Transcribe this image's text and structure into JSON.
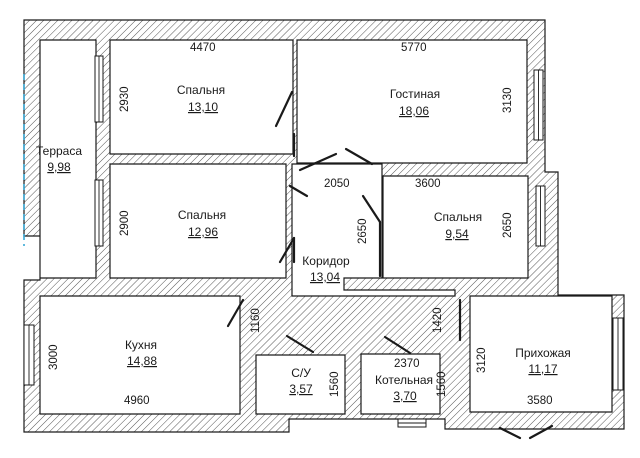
{
  "rooms": {
    "bedroom_top": {
      "name": "Спальня",
      "area": "13,10"
    },
    "living": {
      "name": "Гостиная",
      "area": "18,06"
    },
    "terrace": {
      "name": "Терраса",
      "area": "9,98"
    },
    "bedroom_mid": {
      "name": "Спальня",
      "area": "12,96"
    },
    "bedroom_right": {
      "name": "Спальня",
      "area": "9,54"
    },
    "corridor": {
      "name": "Коридор",
      "area": "13,04"
    },
    "kitchen": {
      "name": "Кухня",
      "area": "14,88"
    },
    "bathroom": {
      "name": "С/У",
      "area": "3,57"
    },
    "boiler": {
      "name": "Котельная",
      "area": "3,70"
    },
    "hall": {
      "name": "Прихожая",
      "area": "11,17"
    }
  },
  "dimensions": {
    "bedroom_top_width": "4470",
    "bedroom_top_height": "2930",
    "living_width": "5770",
    "living_height": "3130",
    "corridor_width": "2050",
    "bedroom_right_width": "3600",
    "bedroom_mid_height": "2900",
    "corridor_height": "2650",
    "bedroom_right_height": "2650",
    "kitchen_gap": "1160",
    "hall_gap": "1420",
    "kitchen_height": "3000",
    "kitchen_width": "4960",
    "bathroom_height": "1560",
    "boiler_width": "2370",
    "boiler_height": "1560",
    "hall_height": "3120",
    "hall_width": "3580"
  },
  "colors": {
    "wall_stroke": "#1a1a1a",
    "terrace_edge": "#3aa9d6"
  }
}
